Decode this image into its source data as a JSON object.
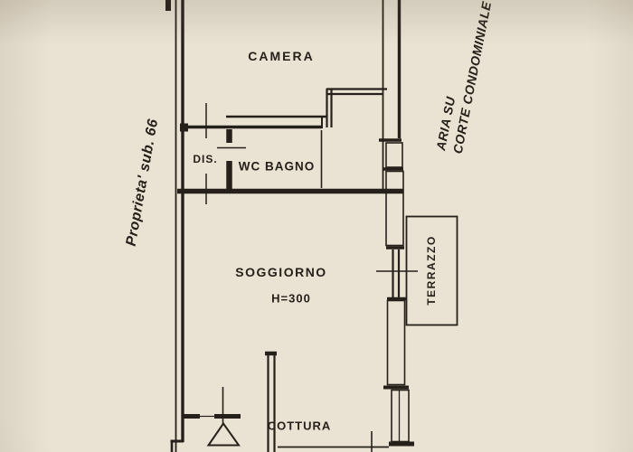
{
  "floorplan": {
    "labels": {
      "camera": "CAMERA",
      "dis": "DIS.",
      "wc_bagno": "WC BAGNO",
      "soggiorno": "SOGGIORNO",
      "soggiorno_height": "H=300",
      "cottura": "COTTURA",
      "terrazzo": "TERRAZZO"
    },
    "annotations": {
      "property": "Proprieta' sub. 66",
      "courtyard_line1": "ARIA SU",
      "courtyard_line2": "CORTE CONDOMINIALE"
    },
    "colors": {
      "paper": "#eae3d4",
      "ink": "#26201a"
    }
  }
}
